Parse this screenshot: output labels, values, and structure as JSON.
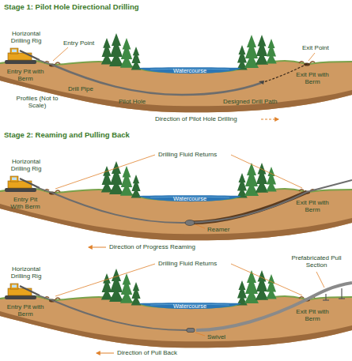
{
  "diagram": {
    "nodes": [
      {
        "text": [
          "Watercourse"
        ]
      },
      {
        "text": [
          "Watercourse"
        ]
      },
      {
        "text": [
          "Watercourse"
        ]
      }
    ],
    "labels": [
      "Stage 1: Pilot Hole Directional Drilling",
      "Horizontal Drilling Rig",
      "Entry Point",
      "Entry Pit with Berm",
      "Drill Pipe",
      "Pilot Hole",
      "Exit Point",
      "Exit Pit with Berm",
      "Designed Drill Path",
      "Profiles (Not to Scale)",
      "Direction of Pilot Hole Drilling",
      "Stage 2: Reaming and Pulling Back",
      "Horizontal Drilling Rig",
      "Drilling Fluid Returns",
      "Entry Pit With Berm",
      "Exit Pit with Berm",
      "Reamer",
      "Direction of Progress Reaming",
      "Horizontal Drilling Rig",
      "Drilling Fluid Returns",
      "Prefabricated Pull Section",
      "Entry Pit with Berm",
      "Exit Pit with Berm",
      "Swivel",
      "Direction of Pull Back"
    ]
  }
}
